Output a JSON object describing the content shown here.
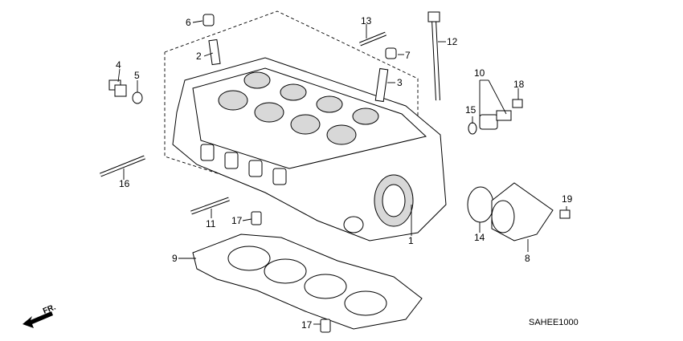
{
  "diagram": {
    "drawing_code": "SAHEE1000",
    "direction_label": "FR.",
    "callouts": [
      "1",
      "2",
      "3",
      "4",
      "5",
      "6",
      "7",
      "8",
      "9",
      "10",
      "11",
      "12",
      "13",
      "14",
      "15",
      "16",
      "17",
      "17",
      "18",
      "19"
    ]
  }
}
